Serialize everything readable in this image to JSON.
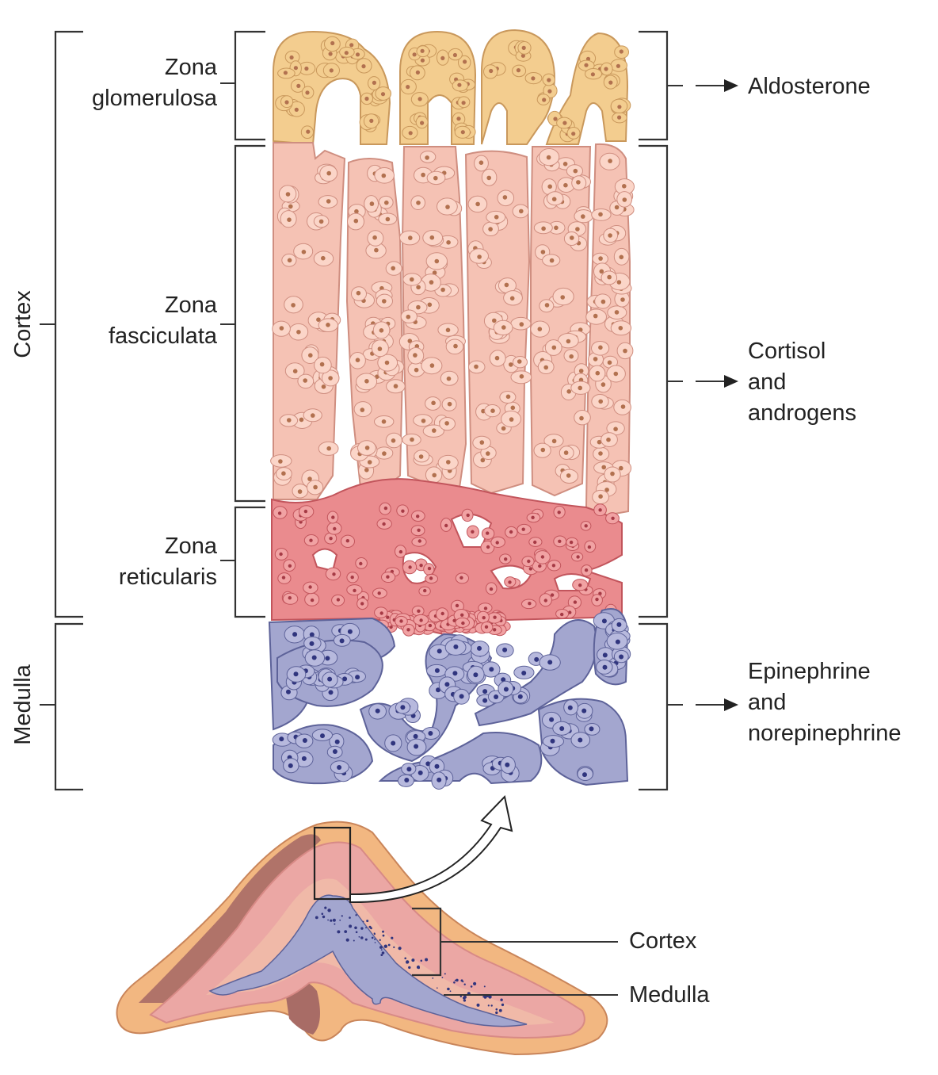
{
  "labels": {
    "cortex_side": "Cortex",
    "medulla_side": "Medulla",
    "zona_glomerulosa": [
      "Zona",
      "glomerulosa"
    ],
    "zona_fasciculata": [
      "Zona",
      "fasciculata"
    ],
    "zona_reticularis": [
      "Zona",
      "reticularis"
    ],
    "aldosterone": "Aldosterone",
    "cortisol": [
      "Cortisol",
      "and",
      "androgens"
    ],
    "epinephrine": [
      "Epinephrine",
      "and",
      "norepinephrine"
    ],
    "gland_cortex": "Cortex",
    "gland_medulla": "Medulla"
  },
  "colors": {
    "glomerulosa": "#f3cd8f",
    "glomerulosa_edge": "#c9985c",
    "fasciculata": "#f5c2b4",
    "fasciculata_edge": "#cf8e80",
    "reticularis": "#ea8b8e",
    "reticularis_edge": "#c2555c",
    "medulla": "#a3a6cf",
    "medulla_edge": "#5d6299",
    "nucleus_brown": "#b2714f",
    "nucleus_blue": "#30357e",
    "capsule": "#f2b781",
    "gland_pink": "#eba7a4",
    "gland_dark": "#a86c66"
  }
}
